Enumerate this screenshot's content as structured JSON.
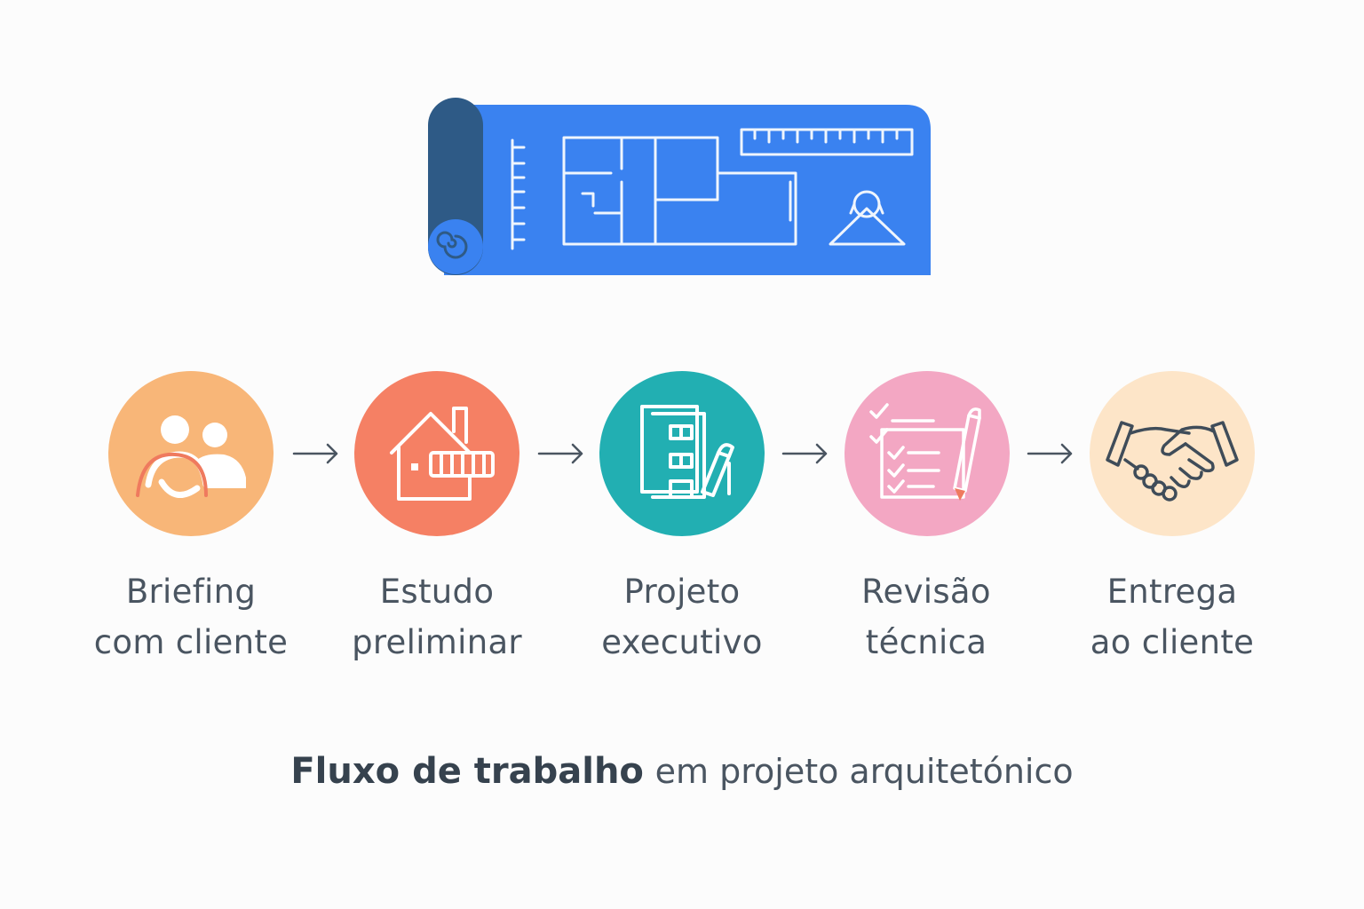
{
  "colors": {
    "blueprint": "#3a82f0",
    "roll": "#2e5a86",
    "step1": "#f8b678",
    "step2": "#f58064",
    "step3": "#22afb2",
    "step4": "#f3a7c3",
    "step5": "#fde5c8",
    "text": "#4a5561"
  },
  "hero": {
    "icon": "blueprint-roll-icon"
  },
  "steps": [
    {
      "icon": "clients-icon",
      "line1": "Briefing",
      "line2": "com cliente"
    },
    {
      "icon": "house-ruler-icon",
      "line1": "Estudo",
      "line2": "preliminar"
    },
    {
      "icon": "building-plans-icon",
      "line1": "Projeto",
      "line2": "executivo"
    },
    {
      "icon": "checklist-pencil-icon",
      "line1": "Revisão",
      "line2": "técnica"
    },
    {
      "icon": "handshake-icon",
      "line1": "Entrega",
      "line2": "ao cliente"
    }
  ],
  "arrows": [
    "→",
    "→",
    "→",
    "→"
  ],
  "caption": {
    "strong": "Fluxo de trabalho",
    "light": "em projeto arquitetónico"
  }
}
